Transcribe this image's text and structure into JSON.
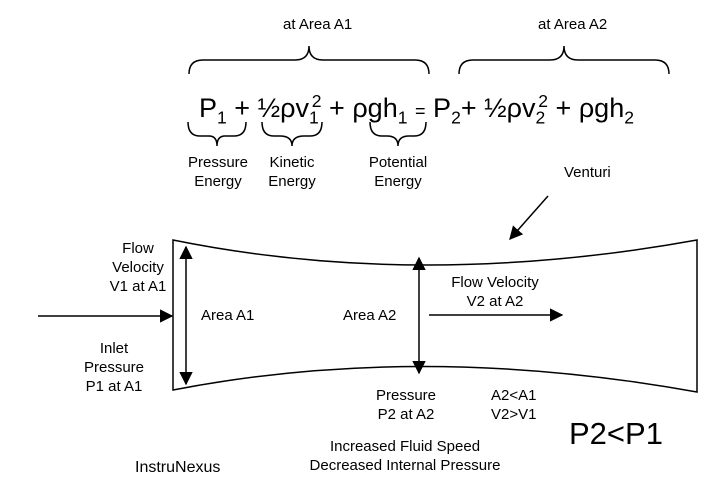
{
  "header": {
    "area1_label": "at Area A1",
    "area2_label": "at Area A2"
  },
  "equation": {
    "p1": "P",
    "p1_sub": "1",
    "plus1": "+",
    "half1": "½ρv",
    "v1_sub": "1",
    "v1_sup": "2",
    "plus2": "+",
    "rgh1": "ρgh",
    "h1_sub": "1",
    "equals": "=",
    "p2": "P",
    "p2_sub": "2",
    "half2": "+ ½ρv",
    "v2_sub": "2",
    "v2_sup": "2",
    "plus3": "+",
    "rgh2": "ρgh",
    "h2_sub": "2"
  },
  "energy_labels": {
    "pressure": [
      "Pressure",
      "Energy"
    ],
    "kinetic": [
      "Kinetic",
      "Energy"
    ],
    "potential": [
      "Potential",
      "Energy"
    ]
  },
  "venturi_label": "Venturi",
  "inlet": {
    "flow_velocity": [
      "Flow",
      "Velocity",
      "V1 at A1"
    ],
    "inlet_pressure": [
      "Inlet",
      "Pressure",
      "P1 at A1"
    ]
  },
  "tube": {
    "area_a1": "Area A1",
    "area_a2": "Area A2",
    "flow_velocity_2": [
      "Flow Velocity",
      "V2 at A2"
    ],
    "pressure_2": [
      "Pressure",
      "P2 at A2"
    ],
    "relations": [
      "A2<A1",
      "V2>V1"
    ]
  },
  "conclusion": {
    "result": "P2<P1",
    "summary": [
      "Increased Fluid Speed",
      "Decreased Internal Pressure"
    ]
  },
  "brand": "InstruNexus"
}
